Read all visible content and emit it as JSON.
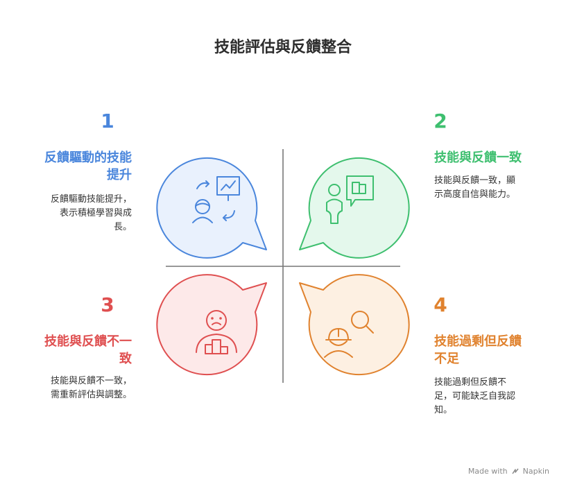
{
  "title": "技能評估與反饋整合",
  "quadrants": [
    {
      "number": "1",
      "heading": [
        "反饋驅動的技能",
        "提升"
      ],
      "description": [
        "反饋驅動技能提升，",
        "表示積極學習與成",
        "長。"
      ],
      "color": "#4a86dc",
      "fill": "#e9f1fd",
      "icon": "training-presentation-icon"
    },
    {
      "number": "2",
      "heading": [
        "技能與反饋一致"
      ],
      "description": [
        "技能與反饋一致，顯",
        "示高度自信與能力。"
      ],
      "color": "#3ebf6f",
      "fill": "#e4f8ec",
      "icon": "person-presenting-board-icon"
    },
    {
      "number": "3",
      "heading": [
        "技能與反饋不一",
        "致"
      ],
      "description": [
        "技能與反饋不一致，",
        "需重新評估與調整。"
      ],
      "color": "#df4f50",
      "fill": "#fde9e9",
      "icon": "sad-person-podium-icon"
    },
    {
      "number": "4",
      "heading": [
        "技能過剩但反饋",
        "不足"
      ],
      "description": [
        "技能過剩但反饋不",
        "足，可能缺乏自我認",
        "知。"
      ],
      "color": "#e0822e",
      "fill": "#fdf0e2",
      "icon": "worker-magnifier-icon"
    }
  ],
  "footer": {
    "made_with": "Made with",
    "brand": "Napkin"
  }
}
